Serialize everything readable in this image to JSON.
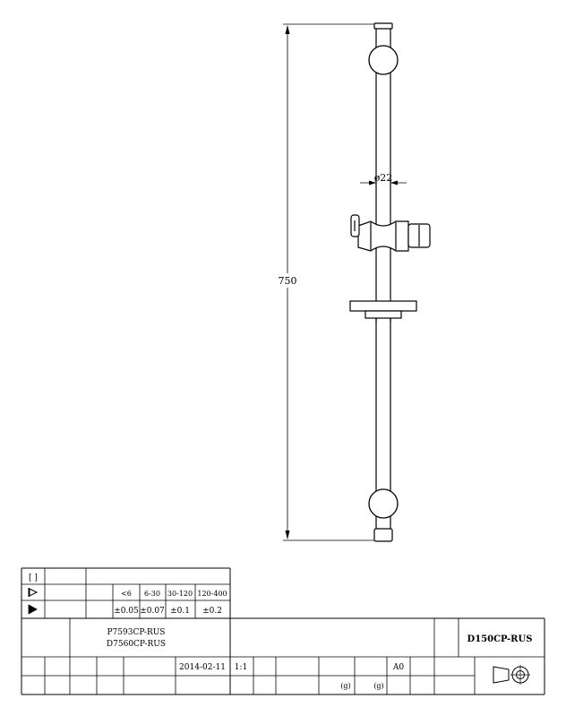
{
  "drawing": {
    "dim_height": "750",
    "dim_diameter": "ø22"
  },
  "title_block": {
    "row1_label": "[ ]",
    "tolerance_ranges": [
      "<6",
      "6-30",
      "30-120",
      "120-400"
    ],
    "tolerance_values": [
      "±0.05",
      "±0.07",
      "±0.1",
      "±0.2"
    ],
    "part_refs": [
      "P7593CP-RUS",
      "D7560CP-RUS"
    ],
    "model": "D150CP-RUS",
    "date": "2014-02-11",
    "scale": "1:1",
    "size": "A0",
    "unit_g_1": "(g)",
    "unit_g_2": "(g)"
  }
}
